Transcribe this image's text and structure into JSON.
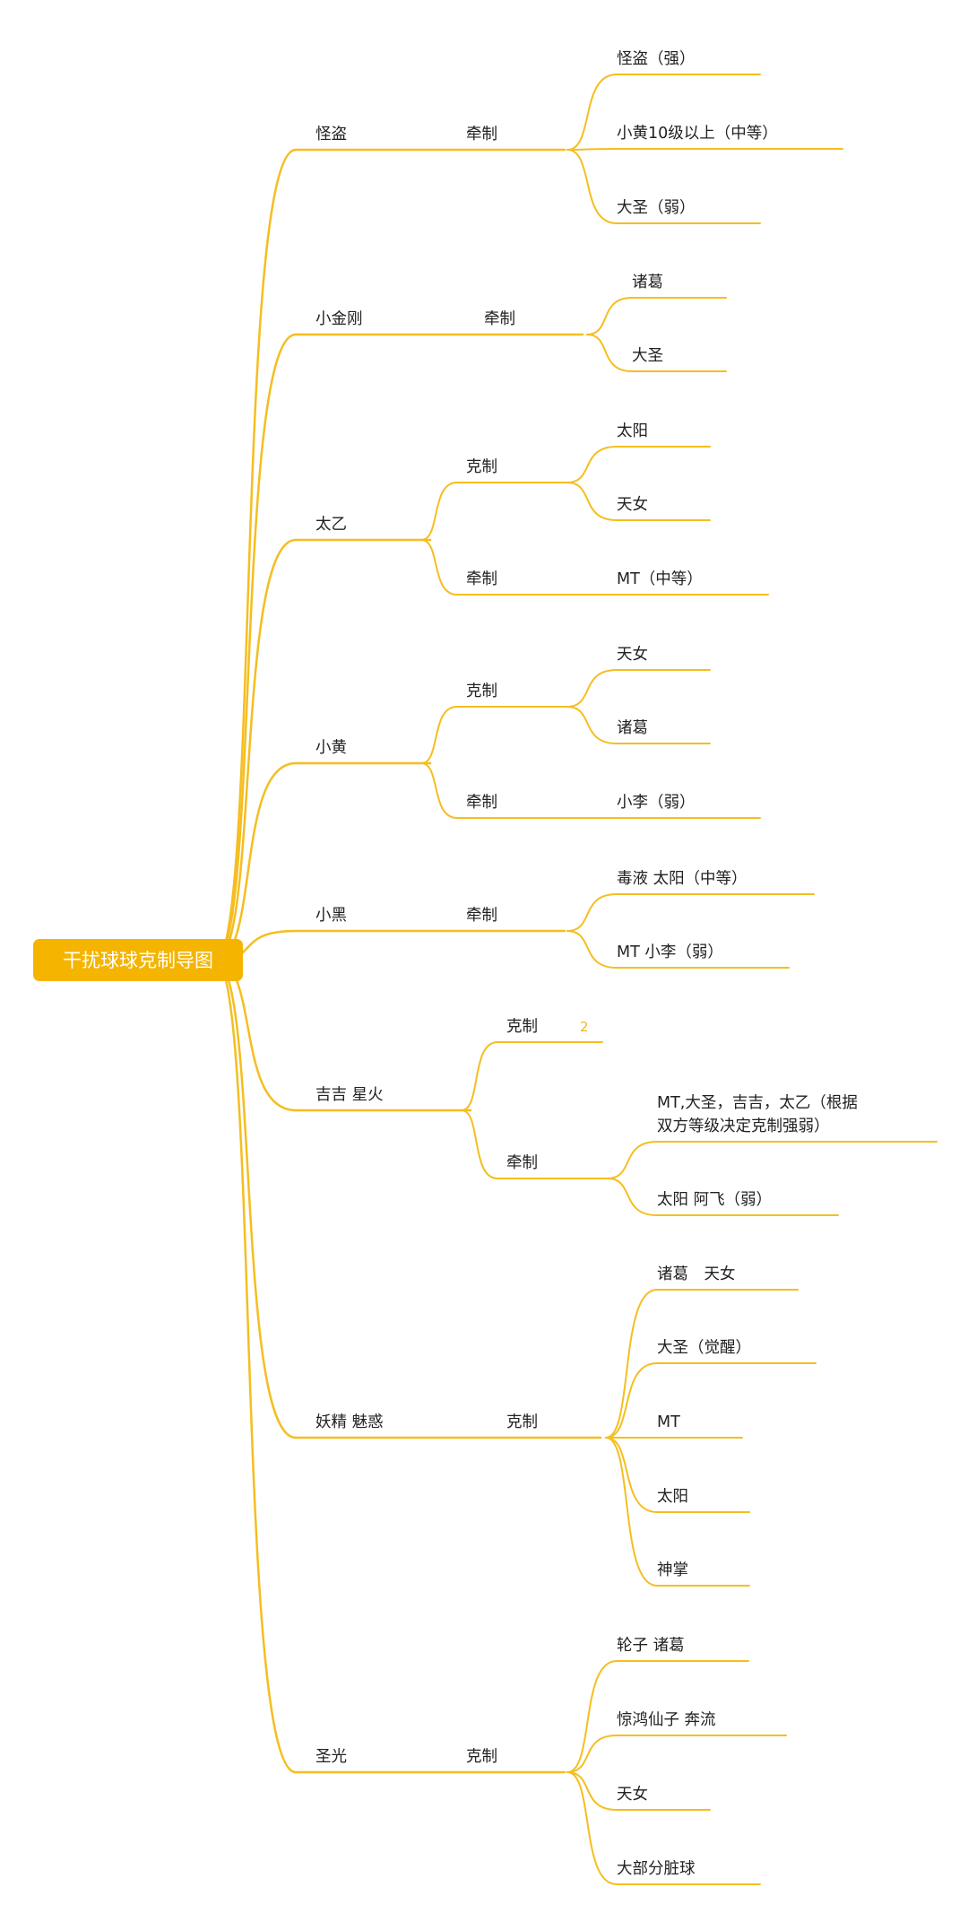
{
  "colors": {
    "branch": "#F5BE1F",
    "root_bg": "#F5B400",
    "root_text": "#FFFFFF",
    "text": "#222222"
  },
  "root": {
    "label": "干扰球球克制导图"
  },
  "branches": [
    {
      "label": "怪盗",
      "relations": [
        {
          "label": "牵制",
          "targets": [
            "怪盗（强）",
            "小黄10级以上（中等）",
            "大圣（弱）"
          ]
        }
      ]
    },
    {
      "label": "小金刚",
      "relations": [
        {
          "label": "牵制",
          "targets": [
            "诸葛",
            "大圣"
          ]
        }
      ]
    },
    {
      "label": "太乙",
      "relations": [
        {
          "label": "克制",
          "targets": [
            "太阳",
            "天女"
          ]
        },
        {
          "label": "牵制",
          "targets": [
            "MT（中等）"
          ]
        }
      ]
    },
    {
      "label": "小黄",
      "relations": [
        {
          "label": "克制",
          "targets": [
            "天女",
            "诸葛"
          ]
        },
        {
          "label": "牵制",
          "targets": [
            "小李（弱）"
          ]
        }
      ]
    },
    {
      "label": "小黑",
      "relations": [
        {
          "label": "牵制",
          "targets": [
            "毒液 太阳（中等）",
            "MT 小李（弱）"
          ]
        }
      ]
    },
    {
      "label": "吉吉 星火",
      "relations": [
        {
          "label": "克制",
          "badge": "2",
          "targets": []
        },
        {
          "label": "牵制",
          "targets": [
            "MT,大圣，吉吉，太乙（根据\n双方等级决定克制强弱）",
            "太阳 阿飞（弱）"
          ]
        }
      ]
    },
    {
      "label": "妖精 魅惑",
      "relations": [
        {
          "label": "克制",
          "targets": [
            "诸葛　天女",
            "大圣（觉醒）",
            "MT",
            "太阳",
            "神掌"
          ]
        }
      ]
    },
    {
      "label": "圣光",
      "relations": [
        {
          "label": "克制",
          "targets": [
            "轮子 诸葛",
            "惊鸿仙子  奔流",
            "天女",
            "大部分脏球"
          ]
        }
      ]
    }
  ]
}
